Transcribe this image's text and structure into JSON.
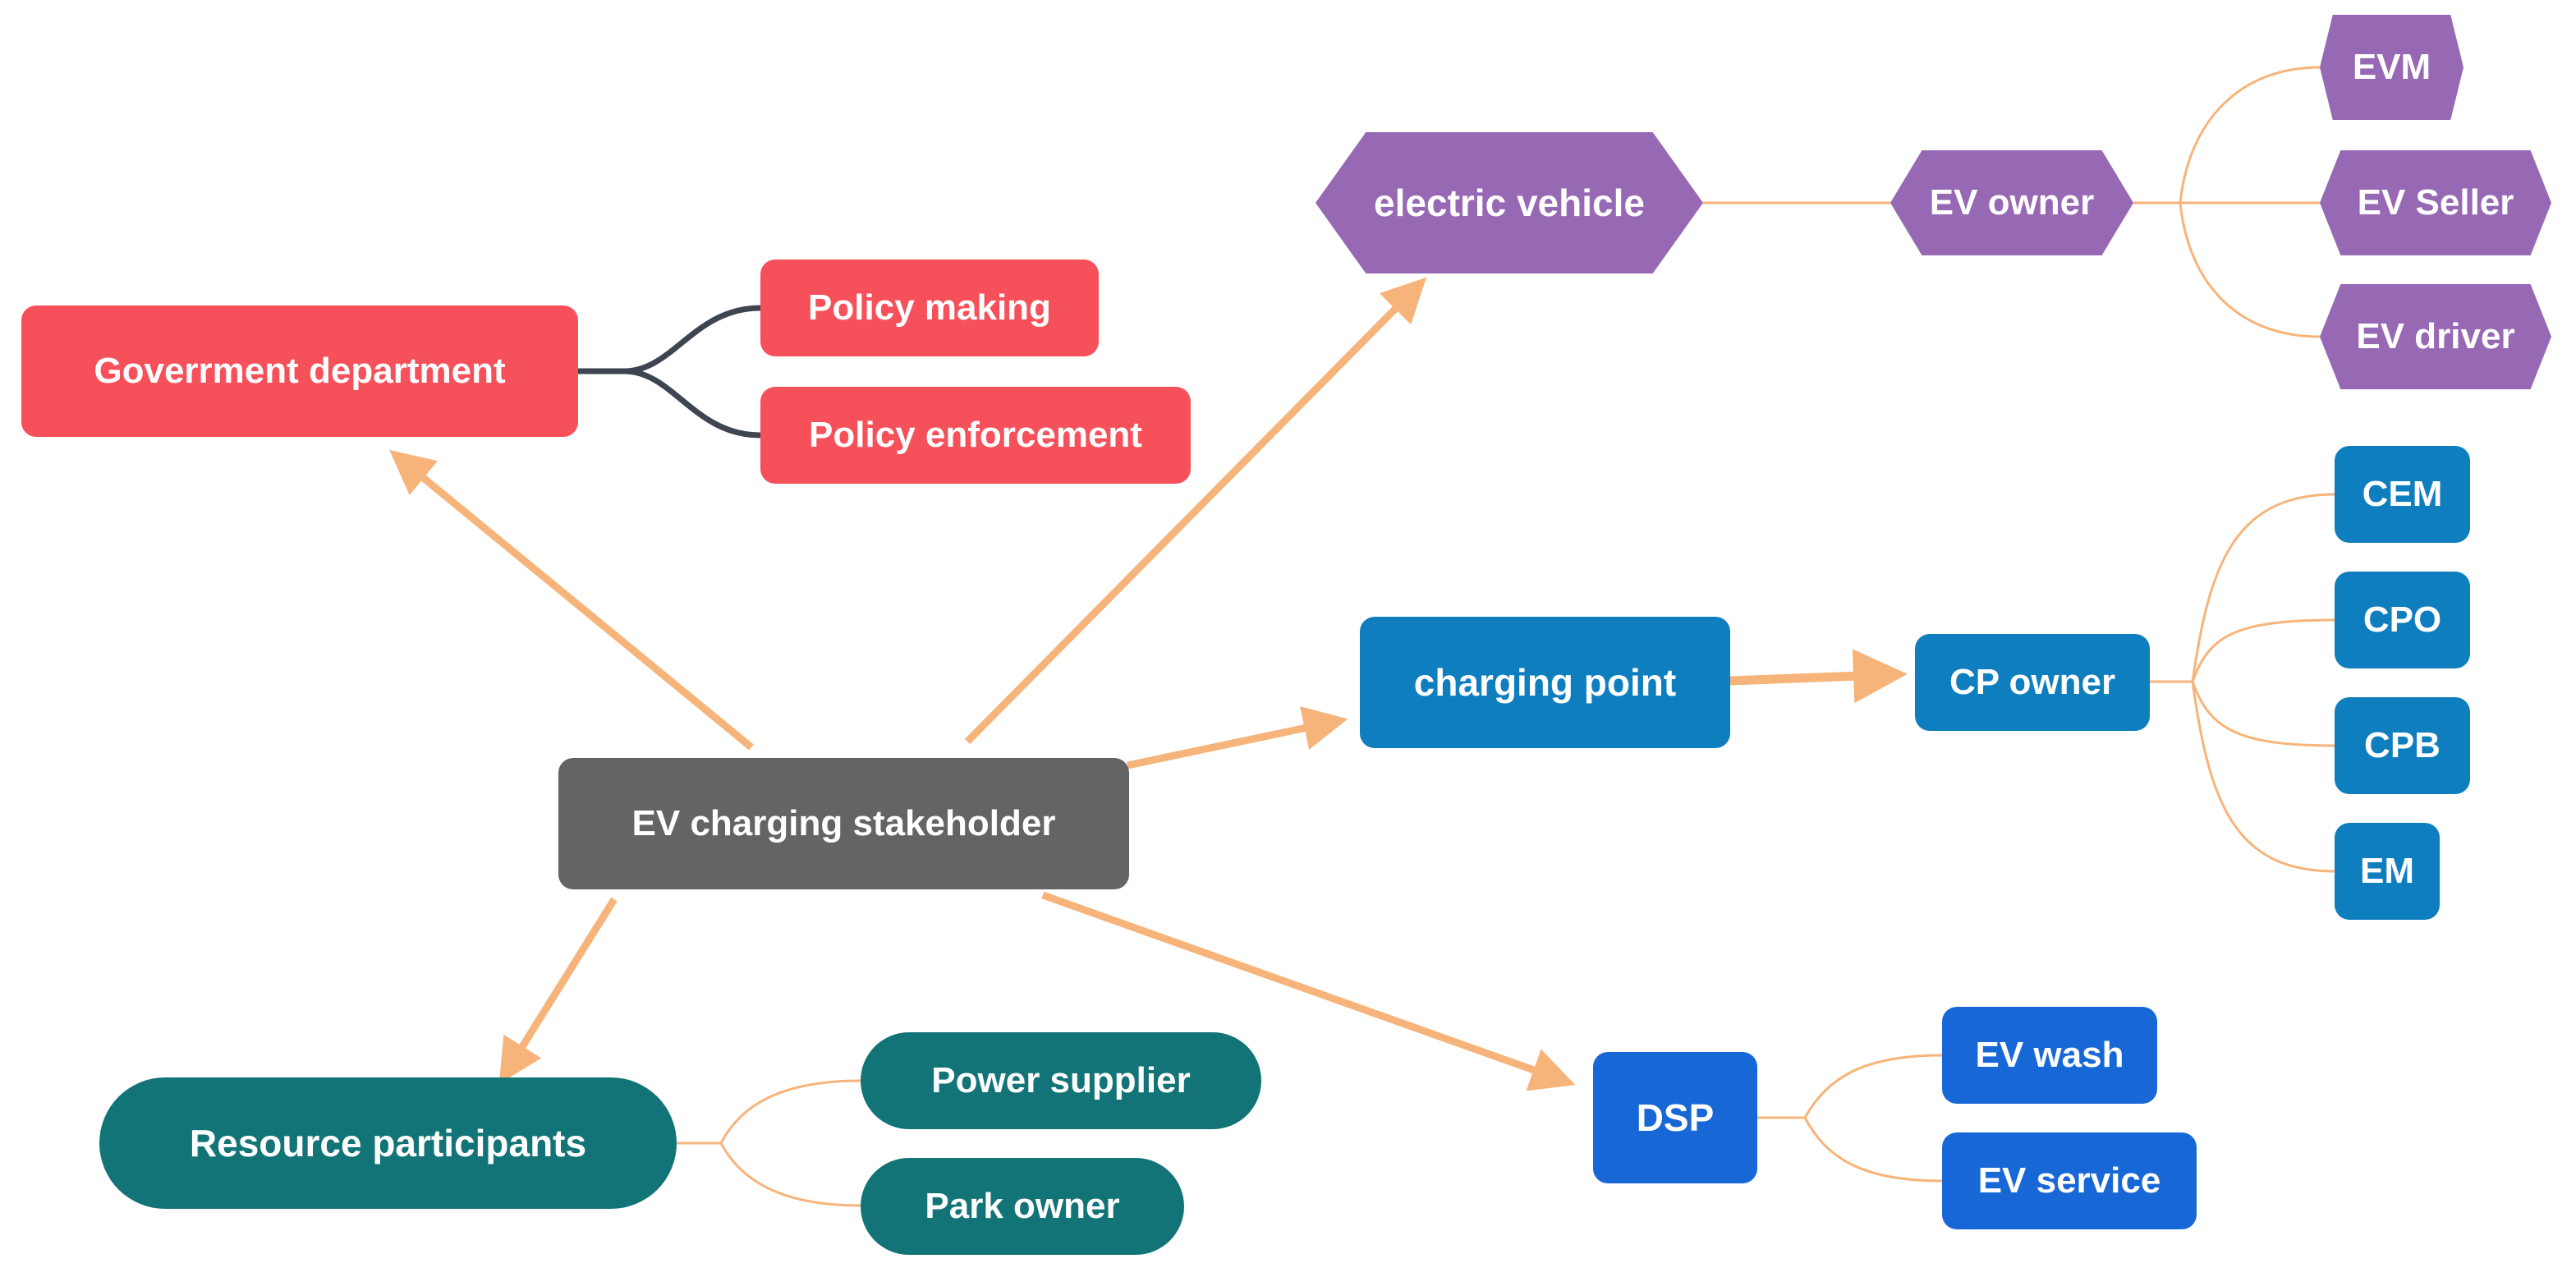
{
  "colors": {
    "root": "#646464",
    "government": "#f6505a",
    "vehicle": "#9768b3",
    "charging": "#0f7ebf",
    "dsp": "#1768d6",
    "resource": "#137478",
    "arrow": "#f7b47a",
    "connector": "#3d4650"
  },
  "root": {
    "label": "EV charging stakeholder"
  },
  "government": {
    "label": "Goverrment department",
    "children": [
      "Policy making",
      "Policy enforcement"
    ]
  },
  "vehicle": {
    "label": "electric vehicle",
    "owner": "EV owner",
    "children": [
      "EVM",
      "EV Seller",
      "EV driver"
    ]
  },
  "charging": {
    "label": "charging point",
    "owner": "CP owner",
    "children": [
      "CEM",
      "CPO",
      "CPB",
      "EM"
    ]
  },
  "dsp": {
    "label": "DSP",
    "children": [
      "EV wash",
      "EV service"
    ]
  },
  "resource": {
    "label": "Resource participants",
    "children": [
      "Power supplier",
      "Park owner"
    ]
  }
}
